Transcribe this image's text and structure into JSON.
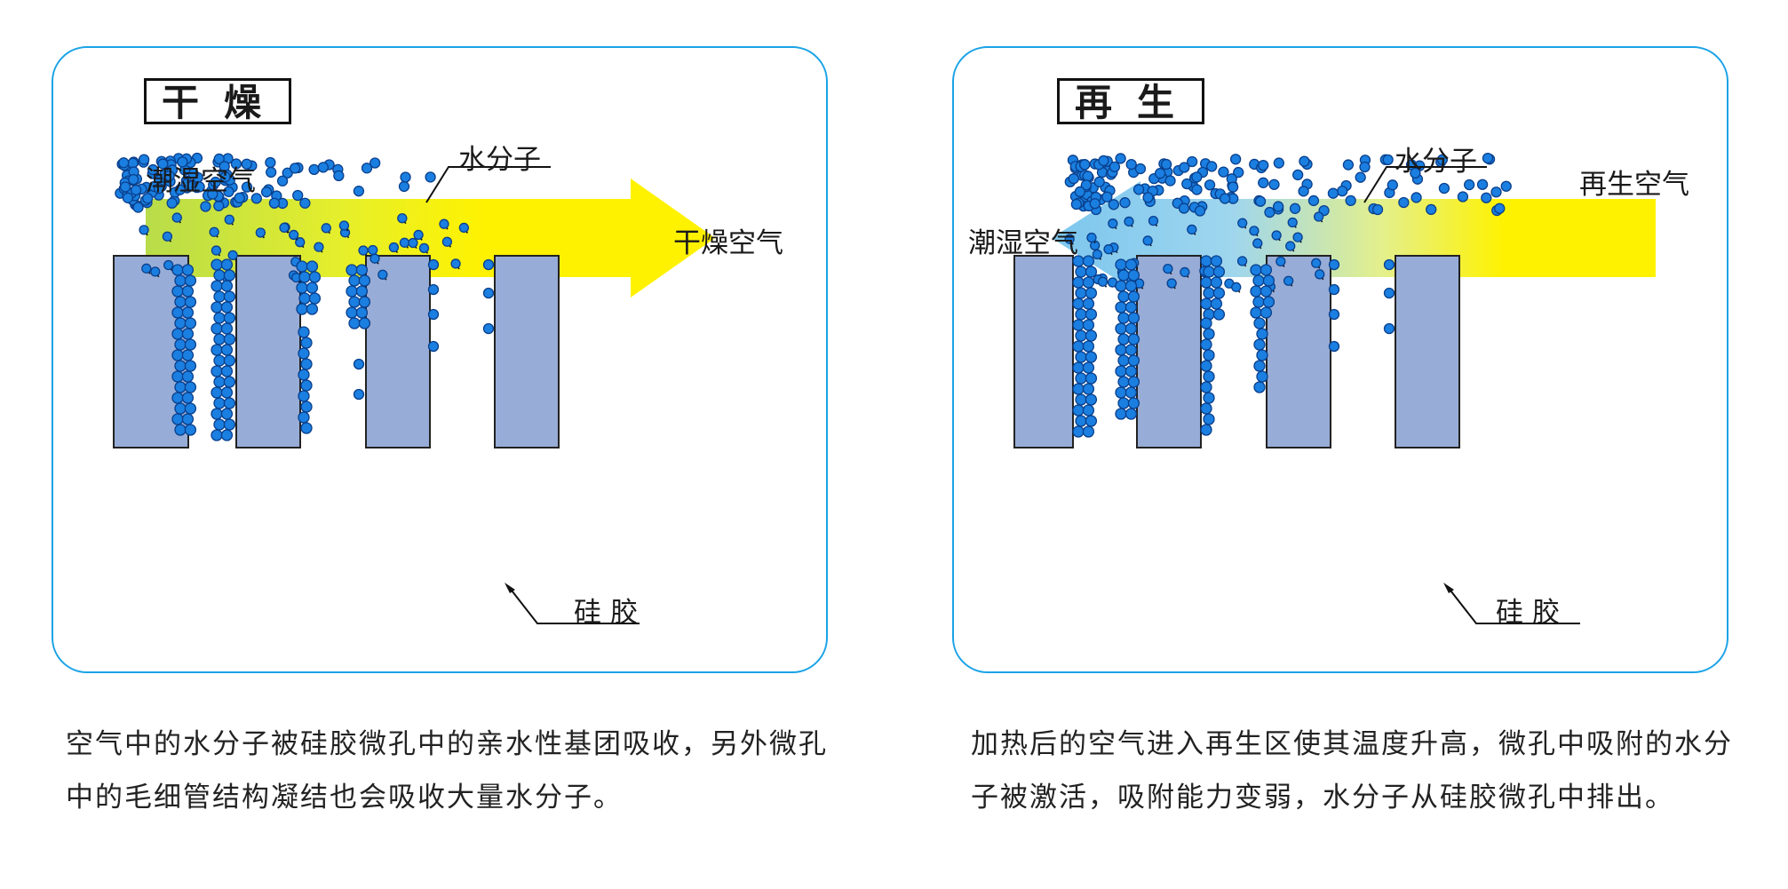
{
  "panels": {
    "left": {
      "title": "干燥",
      "inlet_label": "潮湿空气",
      "outlet_label": "干燥空气",
      "molecule_label": "水分子",
      "gel_label": "硅胶"
    },
    "right": {
      "title": "再生",
      "inlet_label": "再生空气",
      "outlet_label": "潮湿空气",
      "molecule_label": "水分子",
      "gel_label": "硅胶"
    }
  },
  "captions": {
    "left": "空气中的水分子被硅胶微孔中的亲水性基团吸收，另外微孔中的毛细管结构凝结也会吸收大量水分子。",
    "right": "加热后的空气进入再生区使其温度升高，微孔中吸附的水分子被激活，吸附能力变弱，水分子从硅胶微孔中排出。"
  },
  "colors": {
    "border": "#1aa3e6",
    "gel_block": "#97acd6",
    "molecule": "#1a7fe0",
    "arrow_yellow": "#fff200",
    "arrow_green": "#d6e83a",
    "arrow_blue": "#8fd0ee"
  }
}
